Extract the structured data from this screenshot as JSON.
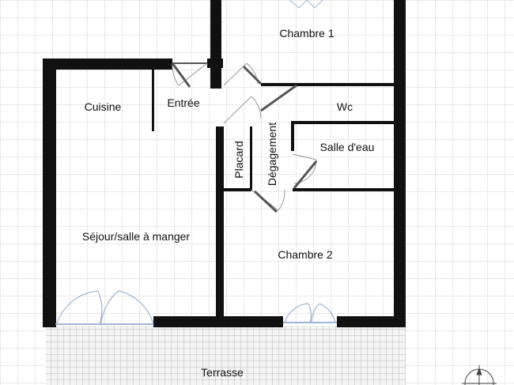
{
  "plan": {
    "rooms": {
      "chambre1": "Chambre 1",
      "entree": "Entrée",
      "cuisine": "Cuisine",
      "wc": "Wc",
      "salle_eau": "Salle d'eau",
      "degagement": "Dégagement",
      "placard": "Placard",
      "sejour": "Séjour/salle à manger",
      "chambre2": "Chambre 2",
      "terrasse": "Terrasse"
    },
    "colors": {
      "wall": "#111111",
      "door": "#9a9a9a",
      "window": "#9fb4d4",
      "terrace_tile": "#bdbdbd",
      "grid": "#e9e9e9"
    }
  }
}
